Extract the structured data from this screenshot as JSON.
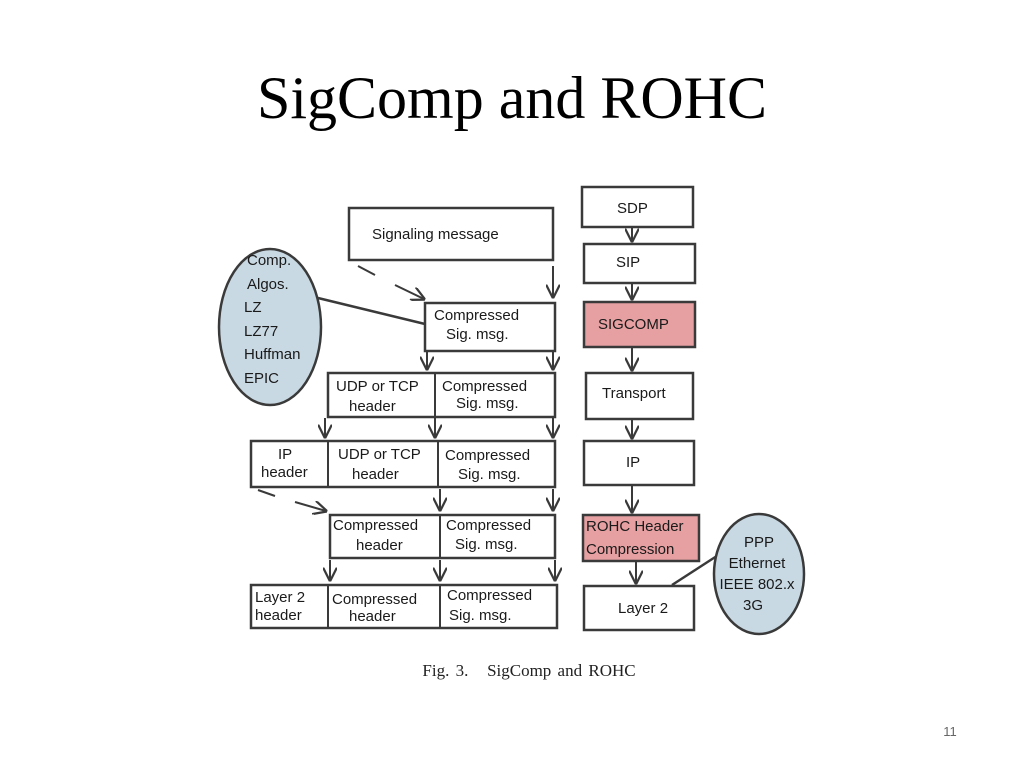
{
  "slide": {
    "title": "SigComp and ROHC",
    "caption": "Fig. 3.   SigComp and ROHC",
    "number": "11"
  },
  "colors": {
    "highlight_box": "#e6a0a2",
    "oval_fill": "#c9d9e3",
    "stroke": "#3a3a3a"
  },
  "left": {
    "signaling_message": "Signaling message",
    "row1": {
      "c1": [
        "Compressed",
        "Sig. msg."
      ]
    },
    "row2": {
      "c1": [
        "UDP or TCP",
        "header"
      ],
      "c2": [
        "Compressed",
        "Sig. msg."
      ]
    },
    "row3": {
      "c1": [
        "IP",
        "header"
      ],
      "c2": [
        "UDP or TCP",
        "header"
      ],
      "c3": [
        "Compressed",
        "Sig. msg."
      ]
    },
    "row4": {
      "c1": [
        "Compressed",
        "header"
      ],
      "c2": [
        "Compressed",
        "Sig. msg."
      ]
    },
    "row5": {
      "c1": [
        "Layer 2",
        "header"
      ],
      "c2": [
        "Compressed",
        "header"
      ],
      "c3": [
        "Compressed",
        "Sig. msg."
      ]
    }
  },
  "comp_algos_oval": [
    "Comp.",
    "Algos.",
    "LZ",
    "LZ77",
    "Huffman",
    "EPIC"
  ],
  "stack": {
    "sdp": "SDP",
    "sip": "SIP",
    "sigcomp": "SIGCOMP",
    "transport": "Transport",
    "ip": "IP",
    "rohc": [
      "ROHC Header",
      "Compression"
    ],
    "layer2": "Layer 2"
  },
  "link_oval": [
    "PPP",
    "Ethernet",
    "IEEE 802.x",
    "3G"
  ]
}
